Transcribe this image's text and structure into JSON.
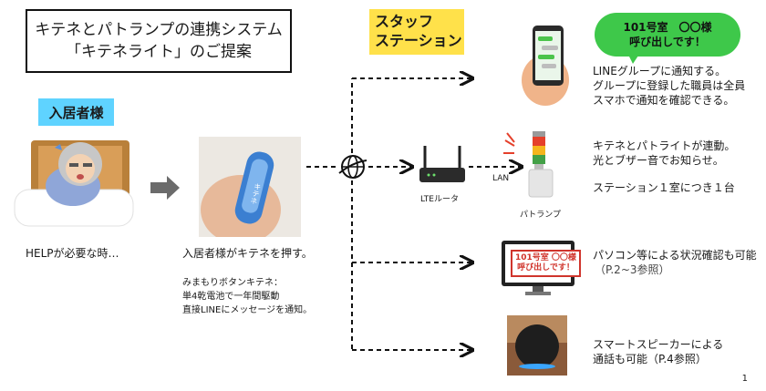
{
  "title": {
    "line1": "キテネとパトランプの連携システム",
    "line2": "「キテネライト」のご提案"
  },
  "staff_label": {
    "line1": "スタッフ",
    "line2": "ステーション"
  },
  "resident_label": "入居者様",
  "bubble": {
    "line1": "101号室　〇〇様",
    "line2": "呼び出しです！"
  },
  "left": {
    "help_text": "HELPが必要な時…",
    "press_text": "入居者様がキテネを押す。",
    "button_desc": [
      "みまもりボタンキテネ：",
      "単4乾電池で一年間駆動",
      "直接LINEにメッセージを通知。"
    ],
    "button_label": "キテネ"
  },
  "network": {
    "router_label": "LTEルータ",
    "lan_label": "LAN",
    "lamp_label": "パトランプ"
  },
  "right": {
    "line_notify": [
      "LINEグループに通知する。",
      "グループに登録した職員は全員",
      "スマホで通知を確認できる。"
    ],
    "lamp_text": [
      "キテネとパトライトが連動。",
      "光とブザー音でお知らせ。"
    ],
    "station_text": "ステーション１室につき１台",
    "pc_text": [
      "パソコン等による状況確認も可能",
      "（P.2~3参照）"
    ],
    "pc_screen": [
      "101号室 〇〇様",
      "呼び出しです！"
    ],
    "speaker_text": [
      "スマートスピーカーによる",
      "通話も可能（P.4参照）"
    ]
  },
  "page_number": "1",
  "colors": {
    "yellow": "#ffe14a",
    "cyan": "#5fd3ff",
    "green": "#3ec84a",
    "alert_red": "#d0342c"
  }
}
